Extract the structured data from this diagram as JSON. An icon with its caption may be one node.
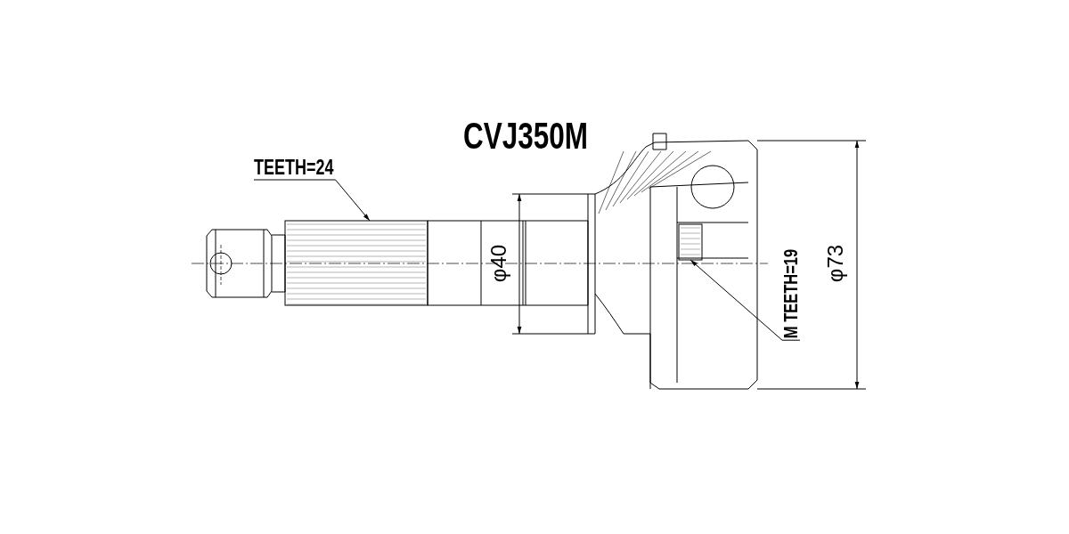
{
  "diagram": {
    "title": "CVJ350M",
    "nodes": [
      {
        "text": [
          "TEETH=24"
        ]
      },
      {
        "text": [],
        "shape": "picture"
      },
      {
        "text": [
          "M TEETH=19"
        ]
      },
      {
        "text": [],
        "shape": "picture"
      }
    ],
    "edges": [
      {
        "from": 0,
        "to": 1,
        "arrow": "to"
      },
      {
        "from": 2,
        "to": 3,
        "arrow": "to"
      }
    ],
    "labels": [
      "φ40",
      "φ73"
    ]
  }
}
